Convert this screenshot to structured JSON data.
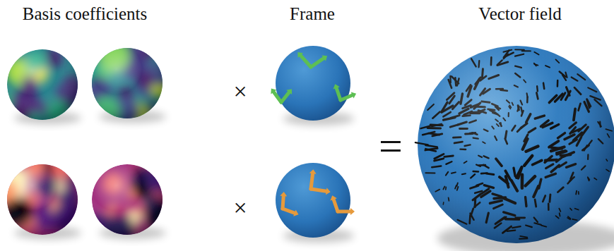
{
  "diagram": {
    "labels": [
      "Basis coefficients",
      "Frame",
      "Vector field",
      "×",
      "×",
      "="
    ]
  }
}
